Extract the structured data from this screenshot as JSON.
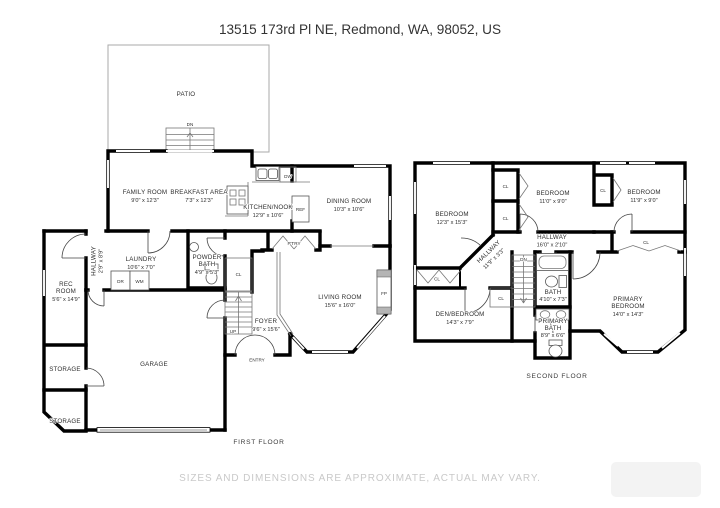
{
  "title": "13515 173rd Pl NE, Redmond, WA, 98052, US",
  "disclaimer": "SIZES AND DIMENSIONS ARE APPROXIMATE, ACTUAL MAY VARY.",
  "colors": {
    "wall": "#000000",
    "label_text": "#2e2e2e",
    "disclaimer_text": "#c9c9c9",
    "background": "#ffffff"
  },
  "abbr": {
    "closet": "CL",
    "down": "DN",
    "up": "UP",
    "dishwasher": "DW",
    "refrigerator": "REF",
    "dryer": "DR",
    "washer": "WM",
    "fireplace": "FP",
    "pantry": "P'TRY",
    "entry": "ENTRY"
  },
  "first_floor": {
    "label": "FIRST FLOOR",
    "patio": "PATIO",
    "garage": "GARAGE",
    "storage": "STORAGE",
    "family_room": {
      "name": "FAMILY ROOM",
      "dims": "9'0\" x 12'3\""
    },
    "breakfast_area": {
      "name": "BREAKFAST AREA",
      "dims": "7'3\" x 12'3\""
    },
    "kitchen": {
      "name": "KITCHEN/NOOK",
      "dims": "12'9\" x 10'6\""
    },
    "dining_room": {
      "name": "DINING ROOM",
      "dims": "10'3\" x 10'6\""
    },
    "living_room": {
      "name": "LIVING ROOM",
      "dims": "15'6\" x 16'0\""
    },
    "foyer": {
      "name": "FOYER",
      "dims": "9'6\" x 15'6\""
    },
    "laundry": {
      "name": "LAUNDRY",
      "dims": "10'6\" x 7'0\""
    },
    "powder_bath": {
      "line1": "POWDER",
      "line2": "BATH",
      "dims": "4'9\" x 5'3\""
    },
    "hallway": {
      "name": "HALLWAY",
      "dims": "2'9\" x 8'9\""
    },
    "rec_room": {
      "line1": "REC",
      "line2": "ROOM",
      "dims": "5'6\" x 14'9\""
    }
  },
  "second_floor": {
    "label": "SECOND FLOOR",
    "bedroom_left": {
      "name": "BEDROOM",
      "dims": "12'3\" x 15'3\""
    },
    "bedroom_middle": {
      "name": "BEDROOM",
      "dims": "11'0\" x 9'0\""
    },
    "bedroom_right": {
      "name": "BEDROOM",
      "dims": "11'9\" x 9'0\""
    },
    "hallway_main": {
      "name": "HALLWAY",
      "dims": "16'0\" x 2'10\""
    },
    "hallway_diagonal": {
      "name": "HALLWAY",
      "dims": "11'9\" x 3'3\""
    },
    "bath": {
      "name": "BATH",
      "dims": "4'10\" x 7'3\""
    },
    "den_bedroom": {
      "name": "DEN/BEDROOM",
      "dims": "14'3\" x 7'9\""
    },
    "primary_bedroom": {
      "line1": "PRIMARY",
      "line2": "BEDROOM",
      "dims": "14'0\" x 14'3\""
    },
    "primary_bath": {
      "line1": "PRIMARY",
      "line2": "BATH",
      "dims": "8'9\" x 6'6\""
    }
  }
}
